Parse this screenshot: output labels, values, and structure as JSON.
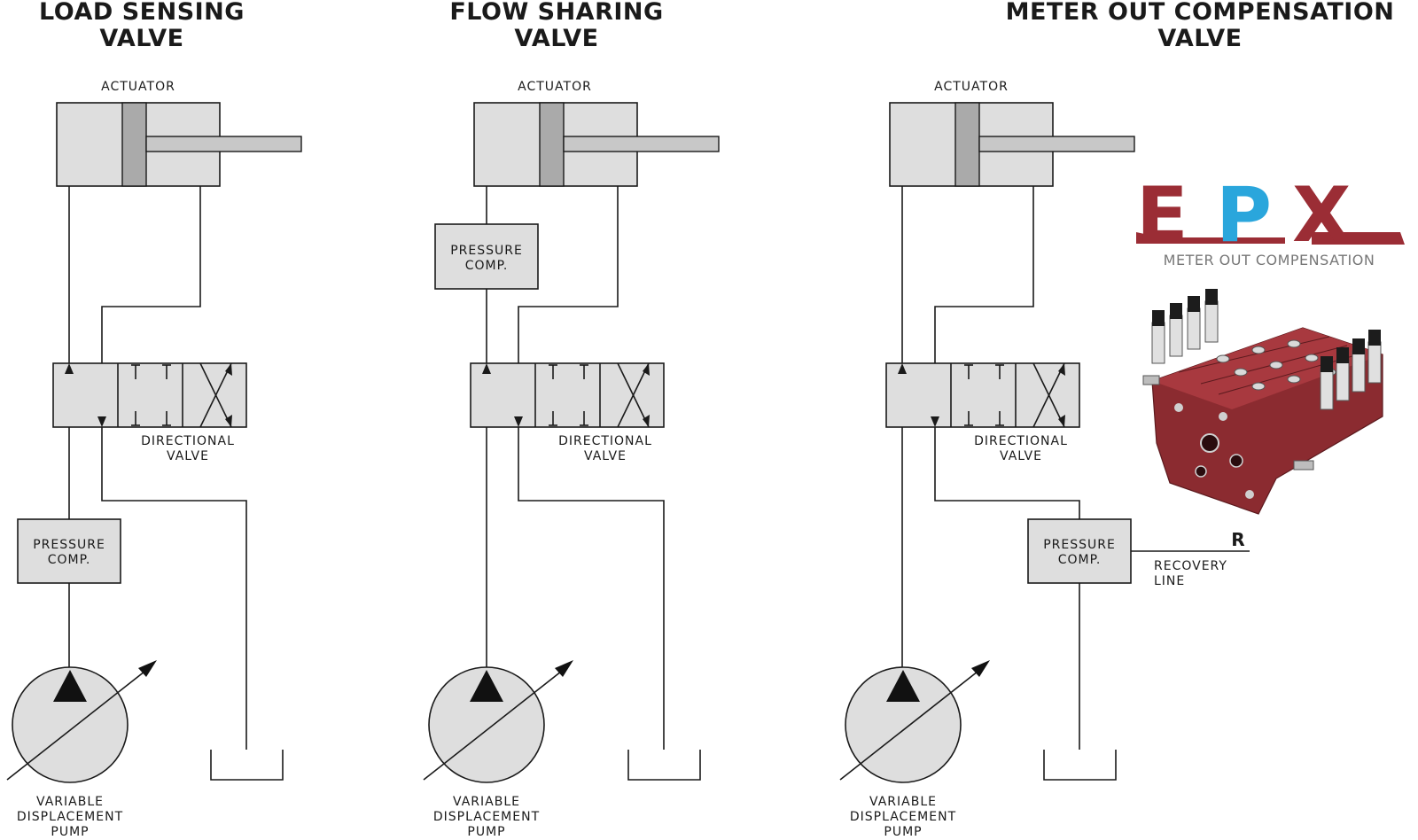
{
  "titles": {
    "load_sensing": [
      "LOAD SENSING",
      "VALVE"
    ],
    "flow_sharing": [
      "FLOW SHARING",
      "VALVE"
    ],
    "meter_out": [
      "METER OUT COMPENSATION",
      "VALVE"
    ]
  },
  "labels": {
    "actuator": "ACTUATOR",
    "pressure_comp": [
      "PRESSURE",
      "COMP."
    ],
    "directional_valve": [
      "DIRECTIONAL",
      "VALVE"
    ],
    "pump": [
      "VARIABLE",
      "DISPLACEMENT",
      "PUMP"
    ],
    "recovery_r": "R",
    "recovery_line": [
      "RECOVERY",
      "LINE"
    ]
  },
  "logo": {
    "letters": "EPX",
    "tagline": "METER OUT COMPENSATION"
  },
  "colors": {
    "logo_red": "#9b2d35",
    "logo_blue": "#2aa6dc",
    "valve_body": "#8b2b30",
    "box_fill": "#dedede",
    "piston_fill": "#aaaaaa"
  }
}
